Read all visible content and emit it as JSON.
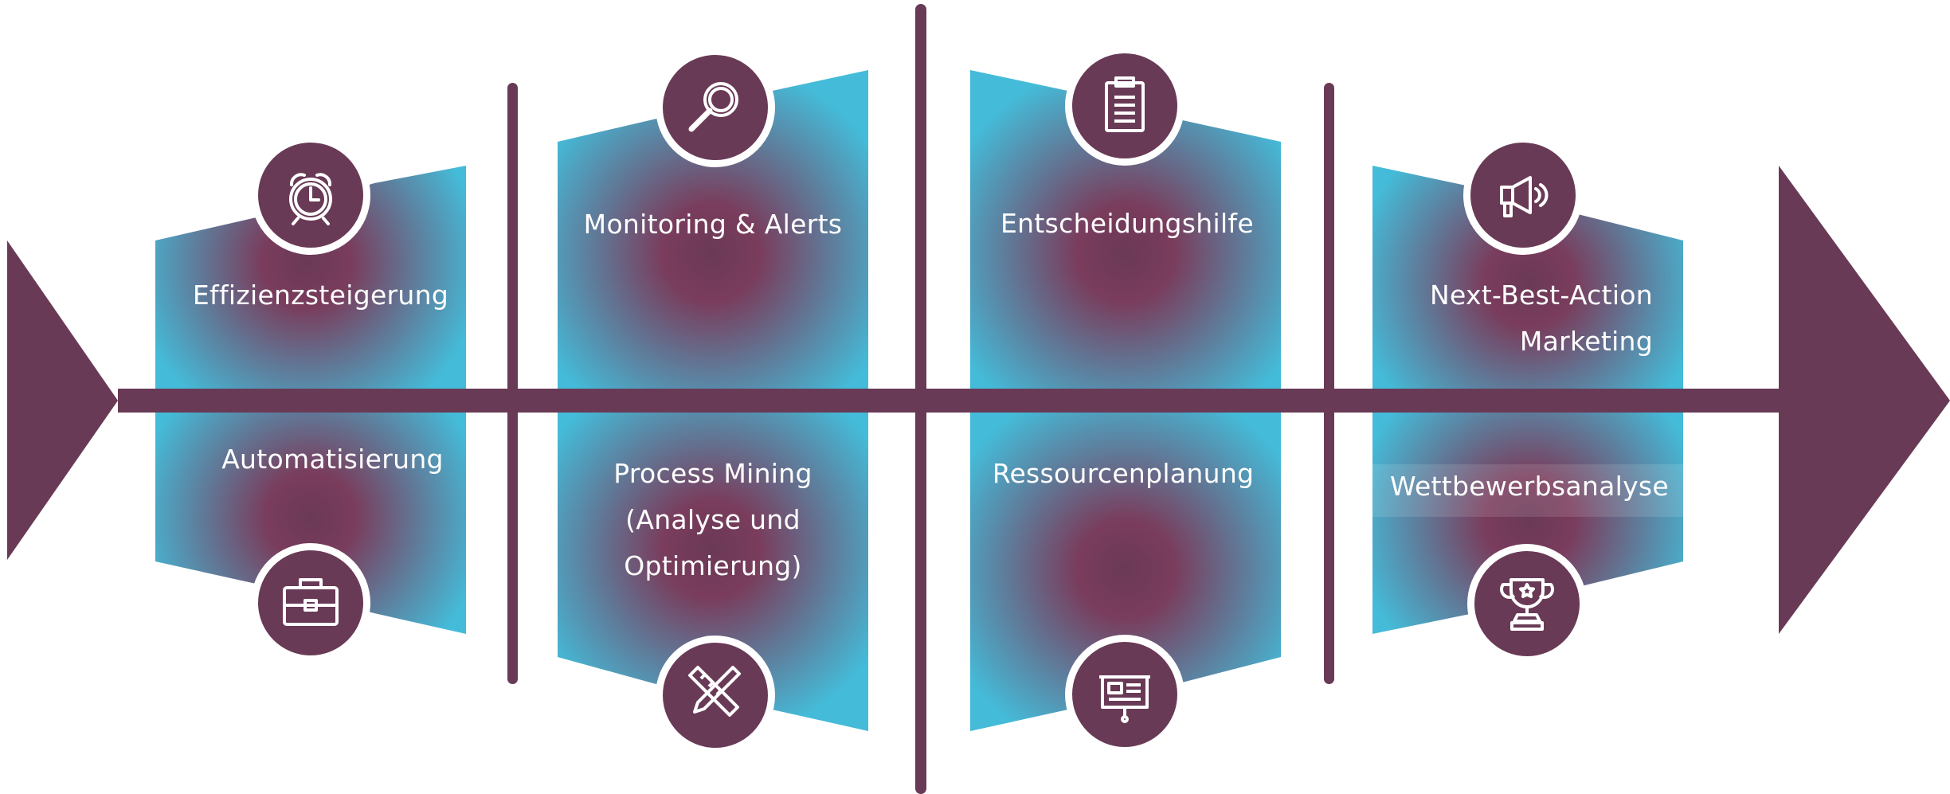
{
  "colors": {
    "spine": "#693a56",
    "panel_edge": "#44bbd8",
    "panel_center": "#6a3956",
    "icon_stroke": "#ffffff",
    "background": "#ffffff"
  },
  "items": [
    {
      "id": "effizienzsteigerung",
      "lines": [
        "Effizienzsteigerung"
      ],
      "icon": "alarm-clock-icon"
    },
    {
      "id": "automatisierung",
      "lines": [
        "Automatisierung"
      ],
      "icon": "briefcase-icon"
    },
    {
      "id": "monitoring",
      "lines": [
        "Monitoring & Alerts"
      ],
      "icon": "magnifier-icon"
    },
    {
      "id": "process-mining",
      "lines": [
        "Process Mining",
        "(Analyse und",
        "Optimierung)"
      ],
      "icon": "ruler-pencil-icon"
    },
    {
      "id": "entscheidungshilfe",
      "lines": [
        "Entscheidungshilfe"
      ],
      "icon": "clipboard-icon"
    },
    {
      "id": "ressourcenplanung",
      "lines": [
        "Ressourcenplanung"
      ],
      "icon": "presentation-board-icon"
    },
    {
      "id": "next-best-action",
      "lines": [
        "Next-Best-Action",
        "Marketing"
      ],
      "icon": "megaphone-icon"
    },
    {
      "id": "wettbewerbsanalyse",
      "lines": [
        "Wettbewerbsanalyse"
      ],
      "icon": "trophy-icon"
    }
  ]
}
